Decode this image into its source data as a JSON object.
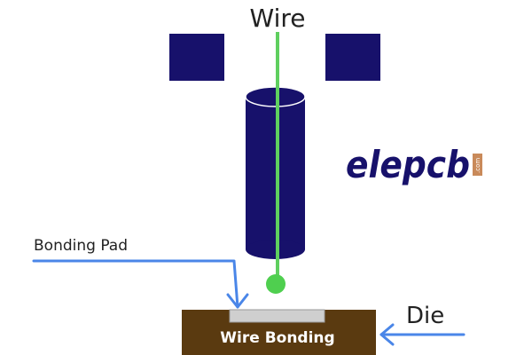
{
  "labels": {
    "wire": "Wire",
    "bonding_pad": "Bonding Pad",
    "die": "Die",
    "wire_bonding": "Wire Bonding"
  },
  "logo": {
    "text": "elepcb",
    "suffix": ".com"
  },
  "colors": {
    "navy": "#17116b",
    "wire_green": "#5fcf5f",
    "arrow_blue": "#4a86e8",
    "die_brown": "#5a3a10",
    "pad_gray": "#cfcfcf",
    "logo_tan": "#c98a5a",
    "text_dark": "#222222"
  }
}
